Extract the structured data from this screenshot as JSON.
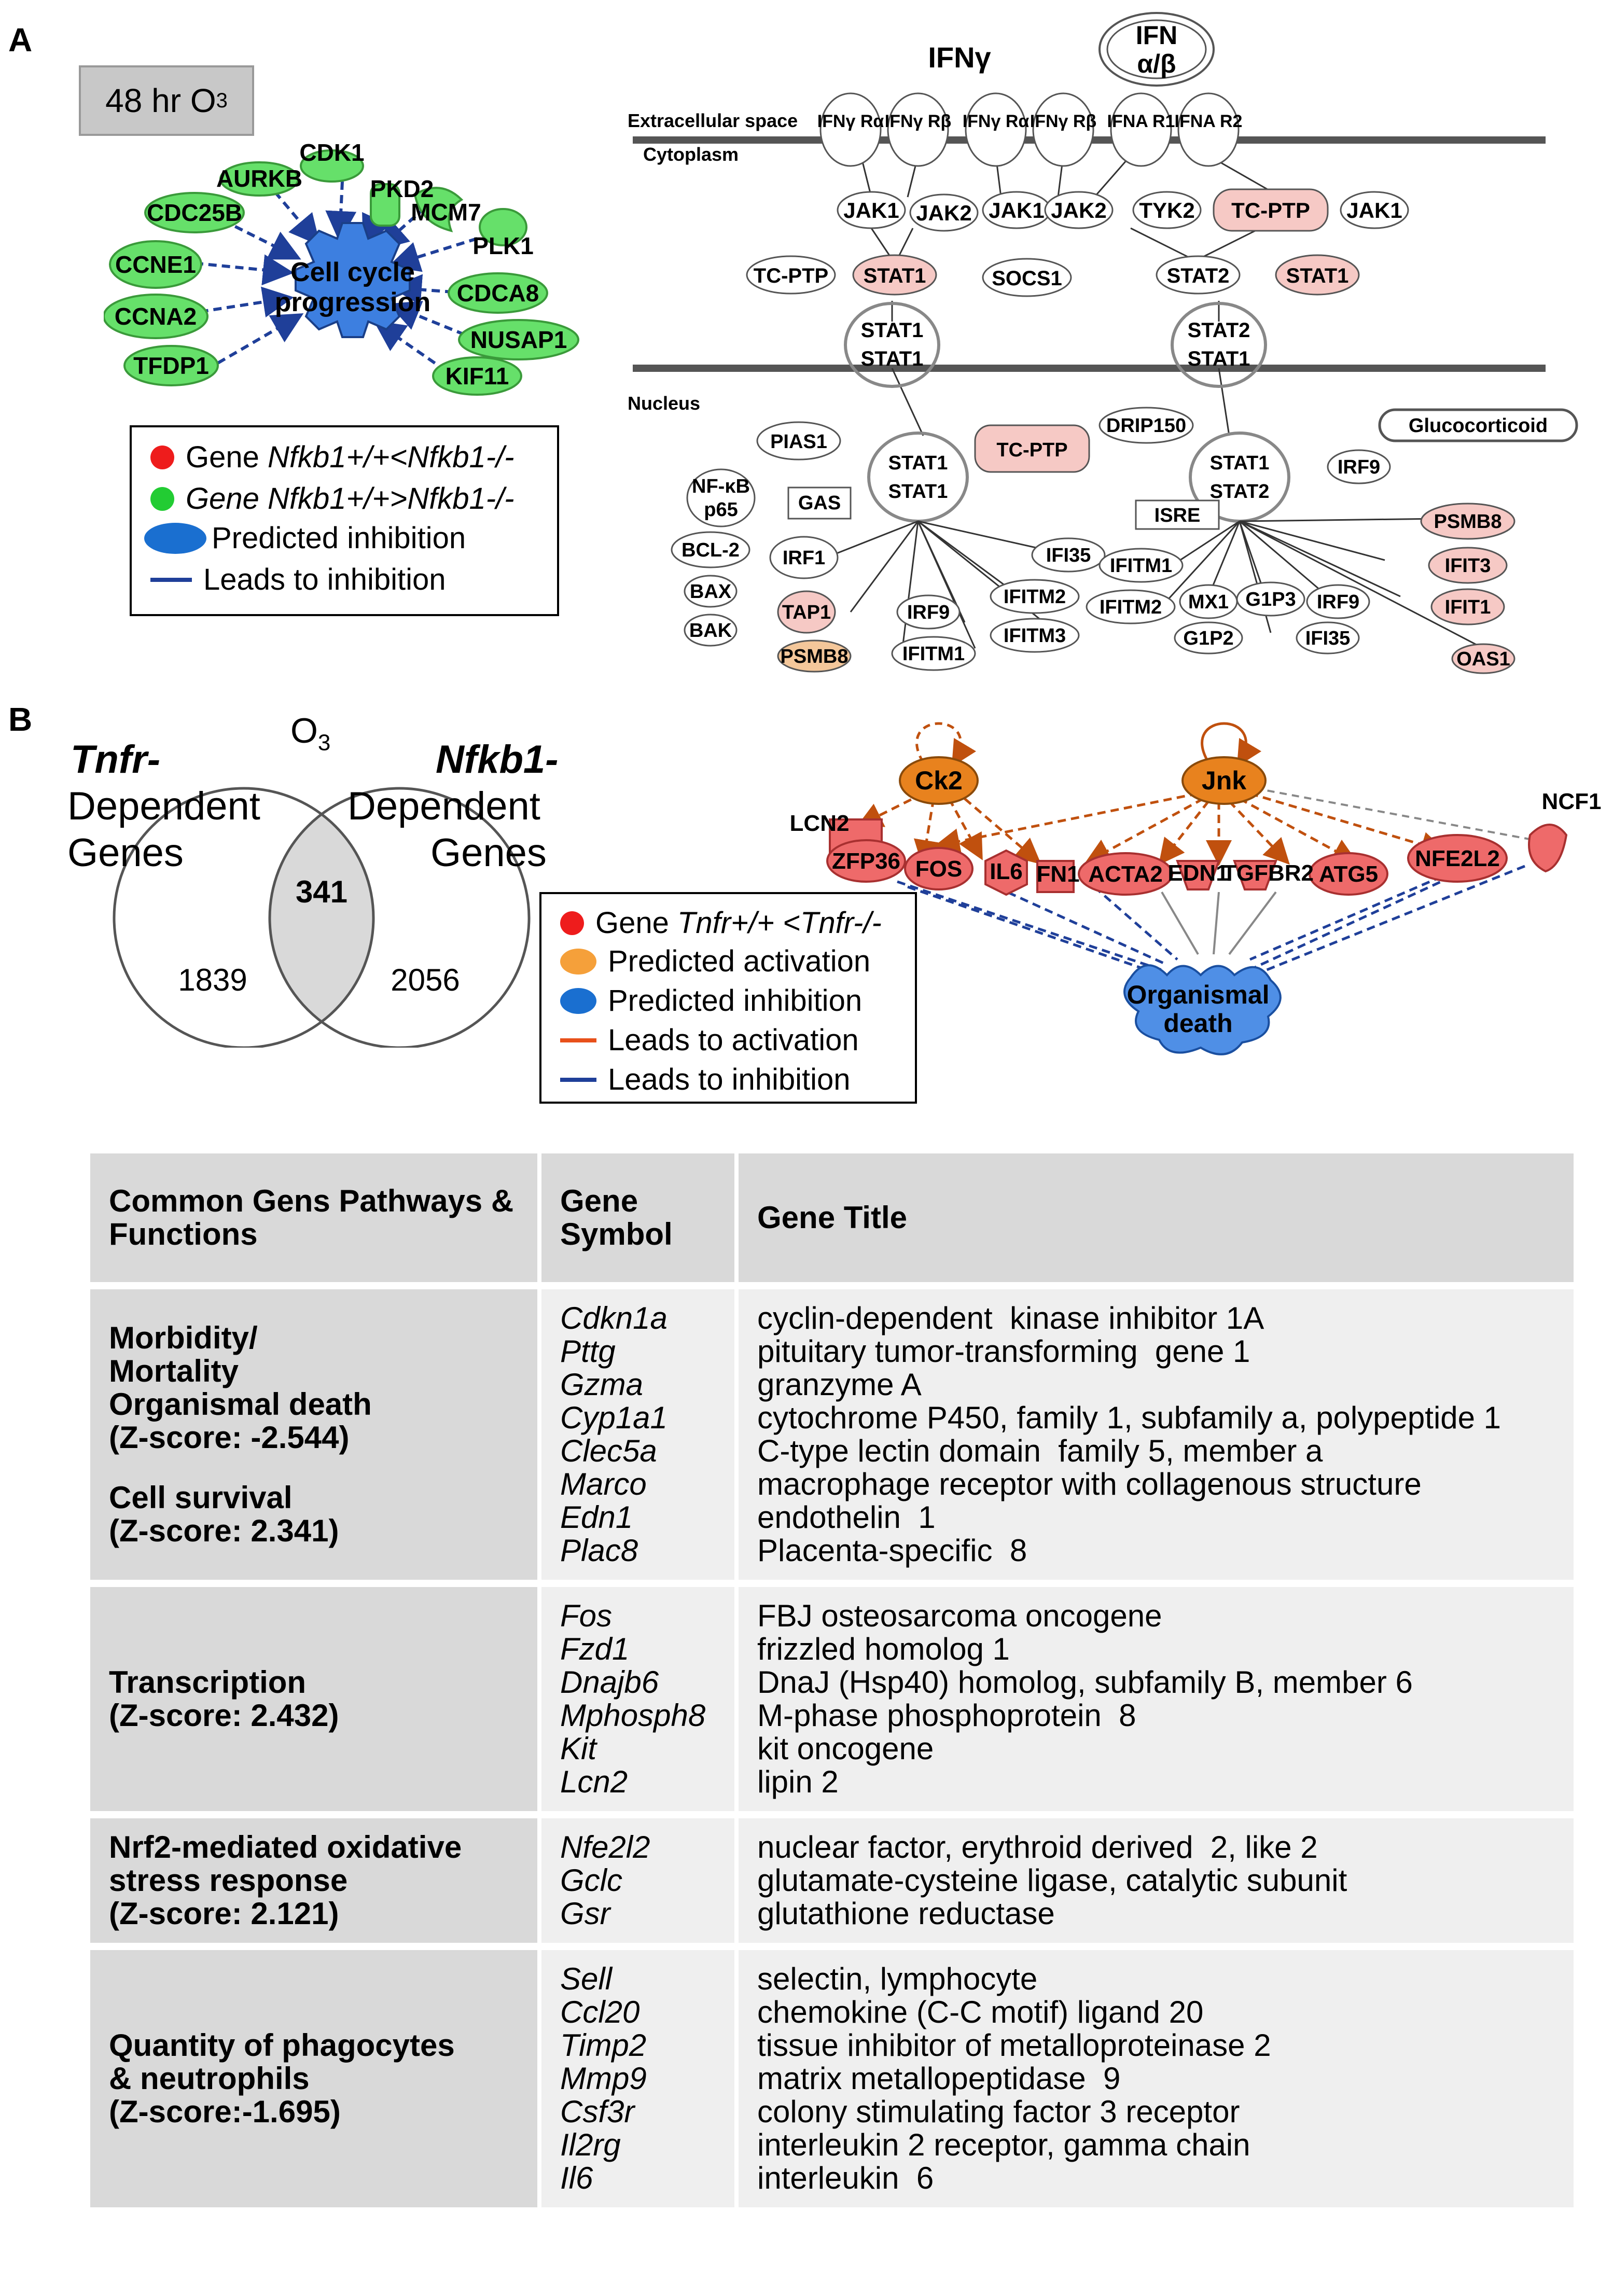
{
  "panel_a": {
    "label": "A",
    "condition_box": "48 hr O",
    "condition_sub": "3",
    "cell_cycle": {
      "center_label_line1": "Cell cycle",
      "center_label_line2": "progression",
      "genes": [
        "CDK1",
        "AURKB",
        "PKD2",
        "MCM7",
        "CDC25B",
        "PLK1",
        "CCNE1",
        "CDCA8",
        "CCNA2",
        "NUSAP1",
        "TFDP1",
        "KIF11"
      ]
    },
    "legend": {
      "item1_prefix": "Gene ",
      "item1_gene": "Nfkb1+/+<Nfkb1-/-",
      "item2_gene": "Gene Nfkb1+/+>Nfkb1-/-",
      "item3": "Predicted inhibition",
      "item4": "Leads to inhibition"
    },
    "interferon": {
      "ifng": "IFNγ",
      "ifnab_line1": "IFN",
      "ifnab_line2": "α/β",
      "extracellular": "Extracellular space",
      "cytoplasm": "Cytoplasm",
      "nucleus": "Nucleus",
      "receptors": [
        "IFNγ Rα",
        "IFNγ Rβ",
        "IFNγ Rα",
        "IFNγ Rβ",
        "IFNA R1",
        "IFNA R2"
      ],
      "kinases": [
        "JAK1",
        "JAK2",
        "JAK1",
        "JAK2",
        "TYK2",
        "TC-PTP",
        "JAK1"
      ],
      "row_stat": [
        "TC-PTP",
        "STAT1",
        "SOCS1",
        "STAT2",
        "STAT1"
      ],
      "dimer_left": [
        "STAT1",
        "STAT1"
      ],
      "dimer_right": [
        "STAT2",
        "STAT1"
      ],
      "nuc_left": [
        "PIAS1",
        "TC-PTP",
        "NF-κB",
        "p65",
        "GAS",
        "STAT1",
        "STAT1",
        "BCL-2",
        "IRF1",
        "BAX",
        "BAK",
        "TAP1",
        "PSMB8",
        "IFI35",
        "IFITM2",
        "IRF9",
        "IFITM3",
        "IFITM1"
      ],
      "nuc_right": [
        "DRIP150",
        "Glucocorticoid",
        "STAT1",
        "STAT2",
        "IRF9",
        "ISRE",
        "PSMB8",
        "IFITM1",
        "IFITM2",
        "MX1",
        "G1P3",
        "IRF9",
        "IFIT3",
        "IFIT1",
        "G1P2",
        "IFI35",
        "OAS1"
      ]
    }
  },
  "panel_b": {
    "label": "B",
    "venn": {
      "o3": "O",
      "o3_sub": "3",
      "left_title": "Tnfr-",
      "left_sub1": "Dependent",
      "left_sub2": "Genes",
      "right_title": "Nfkb1-",
      "right_sub1": "Dependent",
      "right_sub2": "Genes",
      "left_only": 1839,
      "overlap": 341,
      "right_only": 2056
    },
    "legend": {
      "item1_prefix": "Gene ",
      "item1_gene": "Tnfr+/+ <Tnfr-/-",
      "item2": "Predicted activation",
      "item3": "Predicted inhibition",
      "item4": "Leads to activation",
      "item5": "Leads to inhibition"
    },
    "network": {
      "regulators": [
        "Ck2",
        "Jnk"
      ],
      "targets": [
        "LCN2",
        "ZFP36",
        "FOS",
        "IL6",
        "FN1",
        "ACTA2",
        "EDN1",
        "TGFBR2",
        "ATG5",
        "NFE2L2",
        "NCF1"
      ],
      "outcome_line1": "Organismal",
      "outcome_line2": "death"
    }
  },
  "table": {
    "headers": [
      "Common Gens Pathways & Functions",
      "Gene Symbol",
      "Gene Title"
    ],
    "rows": [
      {
        "function_lines": [
          "Morbidity/",
          "Mortality",
          "Organismal death",
          "(Z-score:  -2.544)",
          "",
          "Cell survival",
          "(Z-score:  2.341)"
        ],
        "symbols": [
          "Cdkn1a",
          "Pttg",
          "Gzma",
          "Cyp1a1",
          "Clec5a",
          "Marco",
          "Edn1",
          "Plac8"
        ],
        "titles": [
          "cyclin-dependent  kinase inhibitor 1A",
          "pituitary tumor-transforming  gene 1",
          "granzyme A",
          "cytochrome P450, family 1, subfamily a, polypeptide 1",
          "C-type lectin domain  family 5, member a",
          "macrophage receptor with collagenous structure",
          "endothelin  1",
          "Placenta-specific  8"
        ]
      },
      {
        "function_lines": [
          "Transcription",
          "(Z-score:  2.432)"
        ],
        "symbols": [
          "Fos",
          "Fzd1",
          "Dnajb6",
          "Mphosph8",
          "Kit",
          "Lcn2"
        ],
        "titles": [
          "FBJ osteosarcoma oncogene",
          "frizzled homolog 1",
          "DnaJ (Hsp40) homolog, subfamily B, member 6",
          "M-phase phosphoprotein  8",
          "kit oncogene",
          "lipin 2"
        ]
      },
      {
        "function_lines": [
          "Nrf2-mediated oxidative",
          "stress  response",
          "(Z-score:  2.121)"
        ],
        "symbols": [
          "Nfe2l2",
          "Gclc",
          "Gsr"
        ],
        "titles": [
          "nuclear factor, erythroid derived  2, like 2",
          "glutamate-cysteine ligase, catalytic subunit",
          "glutathione reductase"
        ]
      },
      {
        "function_lines": [
          "Quantity of phagocytes",
          "& neutrophils",
          "(Z-score:-1.695)"
        ],
        "symbols": [
          "Sell",
          "Ccl20",
          "Timp2",
          "Mmp9",
          "Csf3r",
          "Il2rg",
          "Il6"
        ],
        "titles": [
          "selectin, lymphocyte",
          "chemokine (C-C motif) ligand 20",
          "tissue inhibitor of metalloproteinase 2",
          "matrix metallopeptidase  9",
          "colony stimulating factor 3 receptor",
          "interleukin 2 receptor, gamma chain",
          "interleukin  6"
        ]
      }
    ]
  },
  "colors": {
    "green": "#66e06a",
    "blue": "#3d7fe0",
    "red_node": "#ee5555",
    "pink_node": "#f6c9c5",
    "orange": "#e8821e",
    "arrow_orange": "#c0500e",
    "arrow_blue": "#1f3f99"
  }
}
